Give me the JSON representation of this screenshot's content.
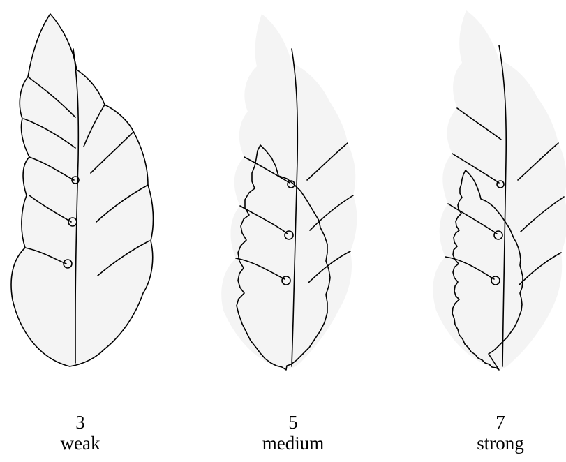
{
  "leaves": [
    {
      "level": "3",
      "label": "weak"
    },
    {
      "level": "5",
      "label": "medium"
    },
    {
      "level": "7",
      "label": "strong"
    }
  ],
  "colors": {
    "outline": "#000000",
    "leaf_fill": "#f4f4f4",
    "background": "#ffffff"
  }
}
